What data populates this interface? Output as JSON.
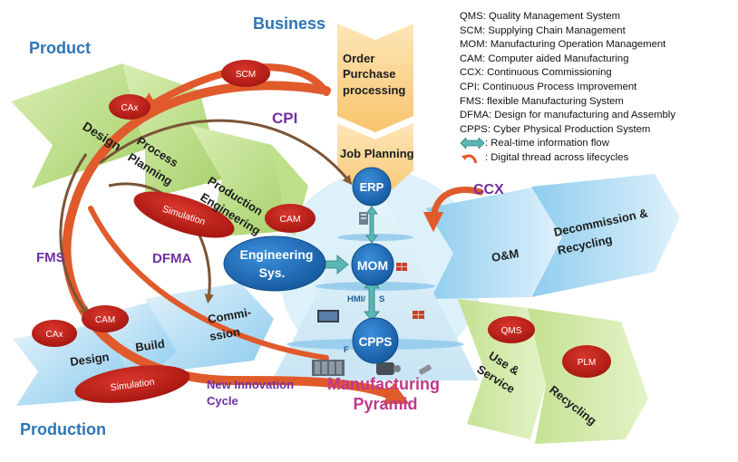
{
  "sections": {
    "product": "Product",
    "business": "Business",
    "production": "Production"
  },
  "product_chevrons": {
    "design": "Design",
    "process_planning": [
      "Process",
      "Planning"
    ],
    "production_engineering": [
      "Production",
      "Engineering"
    ]
  },
  "business_chevrons": {
    "order": [
      "Order",
      "Purchase",
      "processing"
    ],
    "job_planning": "Job Planning"
  },
  "production_chevrons": {
    "design": "Design",
    "build": "Build",
    "commission": [
      "Commi-",
      "ssion"
    ]
  },
  "lifecycle_chevrons": {
    "om": "O&M",
    "decommission": [
      "Decommission &",
      "Recycling"
    ],
    "use_service": [
      "Use &",
      "Service"
    ],
    "recycling": "Recycling"
  },
  "badges": {
    "scm": "SCM",
    "cax_top": "CAx",
    "simulation_top": "Simulation",
    "cam_top": "CAM",
    "cax_bottom": "CAx",
    "cam_bottom": "CAM",
    "simulation_bottom": "Simulation",
    "qms": "QMS",
    "plm": "PLM"
  },
  "pyramid": {
    "erp": "ERP",
    "mom": "MOM",
    "cpps": "CPPS",
    "engineering": [
      "Engineering",
      "Sys."
    ],
    "hmi": "HMI/",
    "hmi_tail": "S",
    "f": "F",
    "title": [
      "Manufacturing",
      "Pyramid"
    ]
  },
  "flows": {
    "cpi": "CPI",
    "ccx": "CCX",
    "fms": "FMS",
    "dfma": "DFMA",
    "new_innovation": [
      "New Innovation",
      "Cycle"
    ]
  },
  "legend": {
    "items": [
      "QMS: Quality Management System",
      "SCM: Supplying Chain Management",
      "MOM: Manufacturing Operation Management",
      "CAM: Computer aided Manufacturing",
      "CCX: Continuous Commissioning",
      "CPI: Continuous Process Improvement",
      "FMS: flexible Manufacturing System",
      "DFMA: Design for manufacturing and Assembly",
      "CPPS: Cyber Physical Production System"
    ],
    "realtime": ": Real-time information flow",
    "digital_thread": ": Digital thread across lifecycles"
  },
  "colors": {
    "green_light": "#c9e59a",
    "green_mid": "#a3cf62",
    "blue_light": "#c7e6f6",
    "blue_mid": "#7fc2e8",
    "orange_light": "#fbd79a",
    "badge_red": "#c0211c",
    "node_blue": "#1f6fbf",
    "arrow_orange": "#e05a2b",
    "arrow_teal": "#5ab8b4",
    "label_blue": "#2e75b6",
    "label_purple": "#7030a0",
    "label_pink": "#c0398a"
  },
  "icons": [
    "hmi-panel-icon",
    "firewall-icon",
    "plc-rack-icon",
    "motor-icon",
    "sensor-icon",
    "server-icon"
  ]
}
